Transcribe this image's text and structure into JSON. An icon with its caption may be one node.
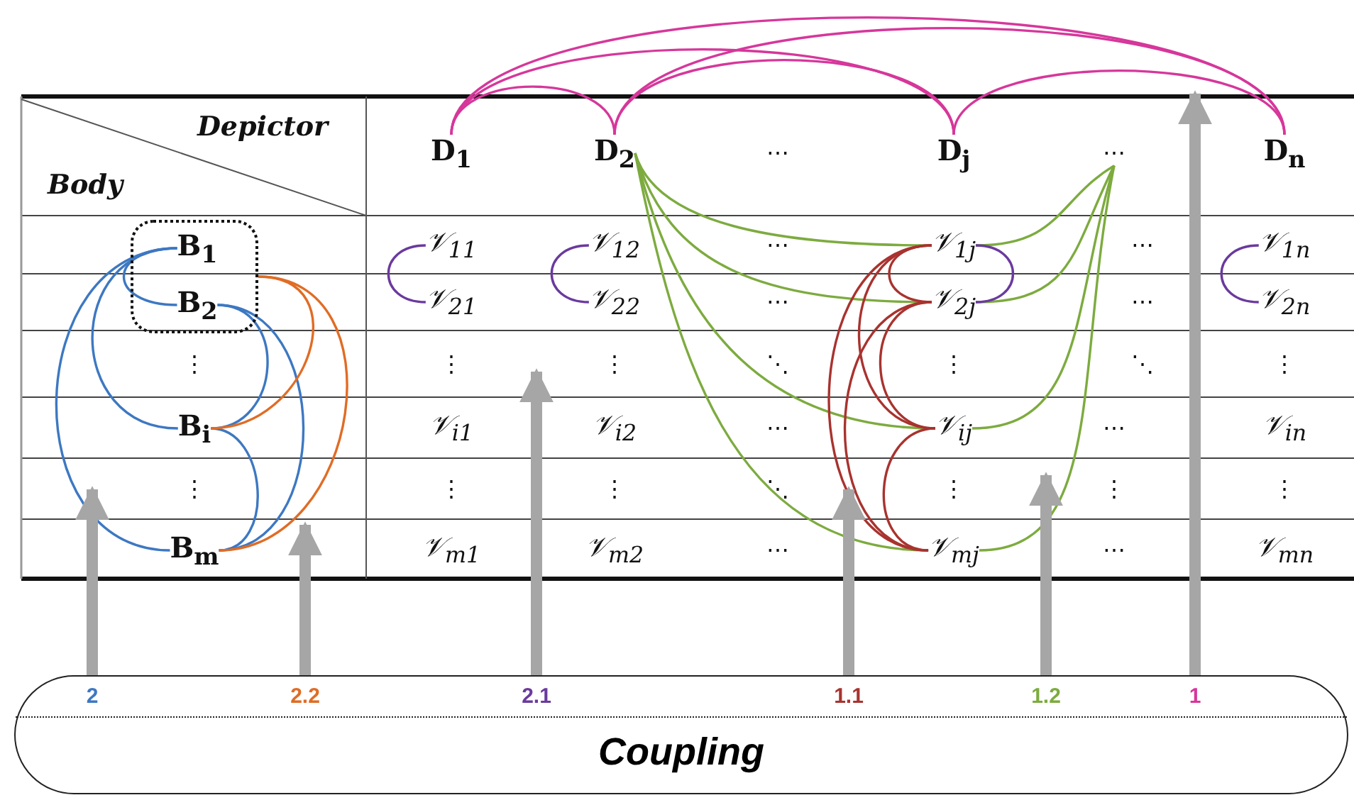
{
  "diagram": {
    "nodes": [
      {
        "text": [
          "D$_{1}$"
        ]
      },
      {
        "text": [
          "D$_{2}$"
        ]
      },
      {
        "text": [
          "D$_{j}$"
        ]
      },
      {
        "text": [
          "⋯"
        ]
      },
      {
        "text": [
          "D$_{n}$"
        ]
      },
      {
        "text": [],
        "shape": "box"
      },
      {
        "text": [
          "B$_{1}$"
        ],
        "in": 5
      },
      {
        "text": [
          "𝒱$_{11}$"
        ]
      },
      {
        "text": [
          "𝒱$_{12}$"
        ]
      },
      {
        "text": [
          "𝒱$_{1j}$"
        ]
      },
      {
        "text": [
          "𝒱$_{1n}$"
        ]
      },
      {
        "text": [
          "B$_{2}$"
        ],
        "in": 5
      },
      {
        "text": [
          "𝒱$_{21}$"
        ]
      },
      {
        "text": [
          "𝒱$_{22}$"
        ]
      },
      {
        "text": [
          "𝒱$_{2j}$"
        ]
      },
      {
        "text": [
          "𝒱$_{2n}$"
        ]
      },
      {
        "text": [
          "B$_{i}$"
        ]
      },
      {
        "text": [
          "𝒱$_{ij}$"
        ]
      },
      {
        "text": [
          "B$_{m}$"
        ]
      },
      {
        "text": [
          "𝒱$_{mj}$"
        ]
      },
      {
        "text": [
          "Coupling"
        ]
      }
    ],
    "edges": [
      {
        "from": 0,
        "to": 1,
        "arrow": "none",
        "color": "#d6379b"
      },
      {
        "from": 0,
        "to": 2,
        "arrow": "none",
        "color": "#d6379b"
      },
      {
        "from": 0,
        "to": 4,
        "arrow": "none",
        "color": "#d6379b"
      },
      {
        "from": 1,
        "to": 2,
        "arrow": "none",
        "color": "#d6379b"
      },
      {
        "from": 1,
        "to": 4,
        "arrow": "none",
        "color": "#d6379b"
      },
      {
        "from": 2,
        "to": 4,
        "arrow": "none",
        "color": "#d6379b"
      },
      {
        "from": 1,
        "to": 9,
        "arrow": "none",
        "color": "#7dab3f"
      },
      {
        "from": 1,
        "to": 14,
        "arrow": "none",
        "color": "#7dab3f"
      },
      {
        "from": 1,
        "to": 17,
        "arrow": "none",
        "color": "#7dab3f"
      },
      {
        "from": 1,
        "to": 19,
        "arrow": "none",
        "color": "#7dab3f"
      },
      {
        "from": 3,
        "to": 9,
        "arrow": "none",
        "color": "#7dab3f"
      },
      {
        "from": 3,
        "to": 14,
        "arrow": "none",
        "color": "#7dab3f"
      },
      {
        "from": 3,
        "to": 17,
        "arrow": "none",
        "color": "#7dab3f"
      },
      {
        "from": 3,
        "to": 19,
        "arrow": "none",
        "color": "#7dab3f"
      },
      {
        "from": 9,
        "to": 14,
        "arrow": "none",
        "color": "#a8332f"
      },
      {
        "from": 9,
        "to": 17,
        "arrow": "none",
        "color": "#a8332f"
      },
      {
        "from": 9,
        "to": 19,
        "arrow": "none",
        "color": "#a8332f"
      },
      {
        "from": 14,
        "to": 17,
        "arrow": "none",
        "color": "#a8332f"
      },
      {
        "from": 14,
        "to": 19,
        "arrow": "none",
        "color": "#a8332f"
      },
      {
        "from": 17,
        "to": 19,
        "arrow": "none",
        "color": "#a8332f"
      },
      {
        "from": 7,
        "to": 12,
        "arrow": "none",
        "color": "#6a3a9e"
      },
      {
        "from": 8,
        "to": 13,
        "arrow": "none",
        "color": "#6a3a9e"
      },
      {
        "from": 9,
        "to": 14,
        "arrow": "none",
        "color": "#6a3a9e"
      },
      {
        "from": 10,
        "to": 15,
        "arrow": "none",
        "color": "#6a3a9e"
      },
      {
        "from": 6,
        "to": 11,
        "arrow": "none",
        "color": "#3d78c2"
      },
      {
        "from": 6,
        "to": 16,
        "arrow": "none",
        "color": "#3d78c2"
      },
      {
        "from": 6,
        "to": 18,
        "arrow": "none",
        "color": "#3d78c2"
      },
      {
        "from": 11,
        "to": 16,
        "arrow": "none",
        "color": "#3d78c2"
      },
      {
        "from": 11,
        "to": 18,
        "arrow": "none",
        "color": "#3d78c2"
      },
      {
        "from": 16,
        "to": 18,
        "arrow": "none",
        "color": "#3d78c2"
      },
      {
        "from": 5,
        "to": 16,
        "arrow": "none",
        "color": "#e06c25"
      },
      {
        "from": 5,
        "to": 18,
        "arrow": "none",
        "color": "#e06c25"
      },
      {
        "from": 20,
        "to": null,
        "arrow": "to",
        "label": "2",
        "style": "thick",
        "color": "#a6a6a6"
      },
      {
        "from": 20,
        "to": null,
        "arrow": "to",
        "label": "2.2",
        "style": "thick",
        "color": "#a6a6a6"
      },
      {
        "from": 20,
        "to": null,
        "arrow": "to",
        "label": "2.1",
        "style": "thick",
        "color": "#a6a6a6"
      },
      {
        "from": 20,
        "to": null,
        "arrow": "to",
        "label": "1.1",
        "style": "thick",
        "color": "#a6a6a6"
      },
      {
        "from": 20,
        "to": null,
        "arrow": "to",
        "label": "1.2",
        "style": "thick",
        "color": "#a6a6a6"
      },
      {
        "from": 20,
        "to": null,
        "arrow": "to",
        "label": "1",
        "style": "thick",
        "color": "#a6a6a6"
      }
    ],
    "labels": [
      "Depictor",
      "Body",
      "⋯",
      "⋯",
      "⋯",
      "⋯",
      "⋯",
      "⋮",
      "⋮",
      "⋮",
      "⋱",
      "⋮",
      "⋱",
      "⋮",
      "𝒱$_{i1}$",
      "𝒱$_{i2}$",
      "⋯",
      "⋯",
      "𝒱$_{in}$",
      "⋮",
      "⋮",
      "⋮",
      "⋱",
      "⋮",
      "⋮",
      "⋮",
      "𝒱$_{m1}$",
      "𝒱$_{m2}$",
      "⋯",
      "⋯",
      "𝒱$_{mn}$"
    ]
  }
}
